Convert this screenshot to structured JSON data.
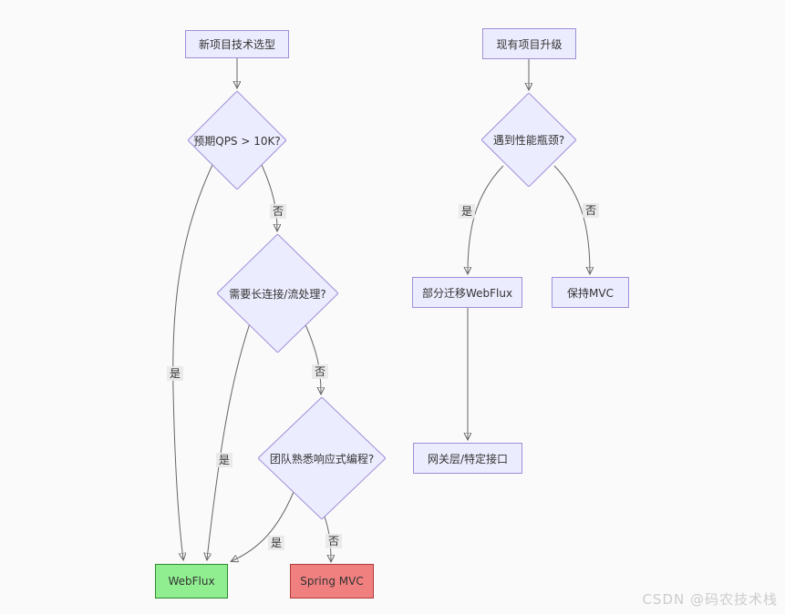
{
  "colors": {
    "background": "#fafafa",
    "node_fill": "#ececff",
    "node_border": "#9f8fd8",
    "webflux_fill": "#90ee90",
    "webflux_border": "#2e8b2e",
    "springmvc_fill": "#f08080",
    "springmvc_border": "#b03a3a",
    "edge": "#666666"
  },
  "nodes": {
    "new_project": "新项目技术选型",
    "qps_decision": "预期QPS > 10K?",
    "long_conn_decision": "需要长连接/流处理?",
    "reactive_decision": "团队熟悉响应式编程?",
    "webflux": "WebFlux",
    "spring_mvc": "Spring MVC",
    "existing_project": "现有项目升级",
    "bottleneck_decision": "遇到性能瓶颈?",
    "partial_migrate": "部分迁移WebFlux",
    "keep_mvc": "保持MVC",
    "gateway": "网关层/特定接口"
  },
  "edge_labels": {
    "yes": "是",
    "no": "否"
  },
  "watermark": "CSDN @码农技术栈"
}
